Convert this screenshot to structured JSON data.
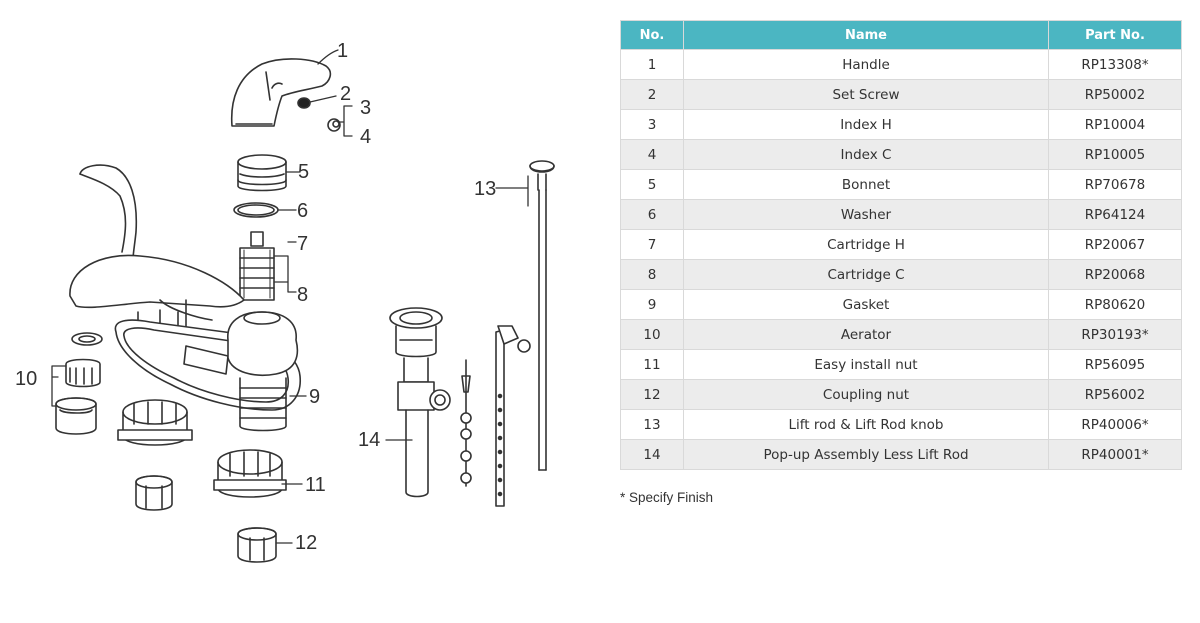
{
  "diagram": {
    "callouts": [
      "1",
      "2",
      "3",
      "4",
      "5",
      "6",
      "7",
      "8",
      "9",
      "10",
      "11",
      "12",
      "13",
      "14"
    ]
  },
  "table": {
    "headers": [
      "No.",
      "Name",
      "Part No."
    ],
    "rows": [
      {
        "no": "1",
        "name": "Handle",
        "part": "RP13308*"
      },
      {
        "no": "2",
        "name": "Set Screw",
        "part": "RP50002"
      },
      {
        "no": "3",
        "name": "Index H",
        "part": "RP10004"
      },
      {
        "no": "4",
        "name": "Index C",
        "part": "RP10005"
      },
      {
        "no": "5",
        "name": "Bonnet",
        "part": "RP70678"
      },
      {
        "no": "6",
        "name": "Washer",
        "part": "RP64124"
      },
      {
        "no": "7",
        "name": "Cartridge H",
        "part": "RP20067"
      },
      {
        "no": "8",
        "name": "Cartridge C",
        "part": "RP20068"
      },
      {
        "no": "9",
        "name": "Gasket",
        "part": "RP80620"
      },
      {
        "no": "10",
        "name": "Aerator",
        "part": "RP30193*"
      },
      {
        "no": "11",
        "name": "Easy install nut",
        "part": "RP56095"
      },
      {
        "no": "12",
        "name": "Coupling nut",
        "part": "RP56002"
      },
      {
        "no": "13",
        "name": "Lift rod & Lift Rod knob",
        "part": "RP40006*"
      },
      {
        "no": "14",
        "name": "Pop-up Assembly Less Lift Rod",
        "part": "RP40001*"
      }
    ]
  },
  "footnote": "* Specify Finish",
  "colors": {
    "header_bg": "#4bb6c2",
    "header_text": "#ffffff",
    "stripe": "#ececec",
    "line": "#333333"
  }
}
